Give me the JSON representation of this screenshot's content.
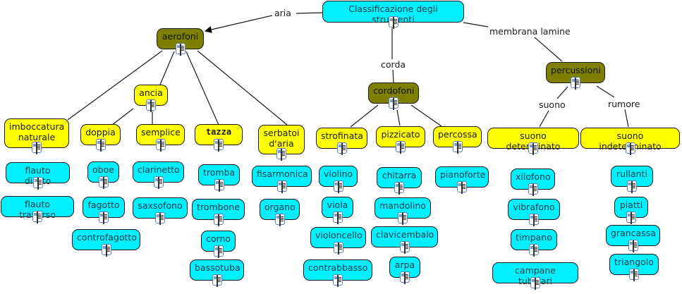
{
  "title": "Classificazione degli strumenti",
  "colors": {
    "root": "#00f0ff",
    "family": "#7f7f00",
    "category": "#ffff00",
    "instrument": "#00f0ff",
    "line": "#1a1a1a"
  },
  "link_labels": {
    "aria": "aria",
    "corda": "corda",
    "membrana_lamine": "membrana lamine",
    "suono": "suono",
    "rumore": "rumore"
  },
  "nodes": {
    "root": "Classificazione degli strumenti",
    "aerofoni": "aerofoni",
    "cordofoni": "cordofoni",
    "percussioni": "percussioni",
    "ancia": "ancia",
    "imboccatura_naturale": "imboccatura\nnaturale",
    "doppia": "doppia",
    "semplice": "semplice",
    "tazza": "tazza",
    "serbatoi_aria": "serbatoi\nd'aria",
    "strofinata": "strofinata",
    "pizzicato": "pizzicato",
    "percossa": "percossa",
    "suono_determinato": "suono determinato",
    "suono_indeterminato": "suono indeterminato",
    "flauto_diritto": "flauto diritto",
    "flauto_traverso": "flauto traverso",
    "oboe": "oboe",
    "fagotto": "fagotto",
    "controfagotto": "controfagotto",
    "clarinetto": "clarinetto",
    "saxsofono": "saxsofono",
    "tromba": "tromba",
    "trombone": "trombone",
    "corno": "corno",
    "bassotuba": "bassotuba",
    "fisarmonica": "fisarmonica",
    "organo": "organo",
    "violino": "violino",
    "viola": "viola",
    "violoncello": "violoncello",
    "contrabbasso": "contrabbasso",
    "chitarra": "chitarra",
    "mandolino": "mandolino",
    "clavicembalo": "clavicembalo",
    "arpa": "arpa",
    "pianoforte": "pianoforte",
    "xilofono": "xilofono",
    "vibrafono": "vibrafono",
    "timpano": "timpano",
    "campane_tubolari": "campane tubolari",
    "rullanti": "rullanti",
    "piatti": "piatti",
    "grancassa": "grancassa",
    "triangolo": "triangolo"
  }
}
